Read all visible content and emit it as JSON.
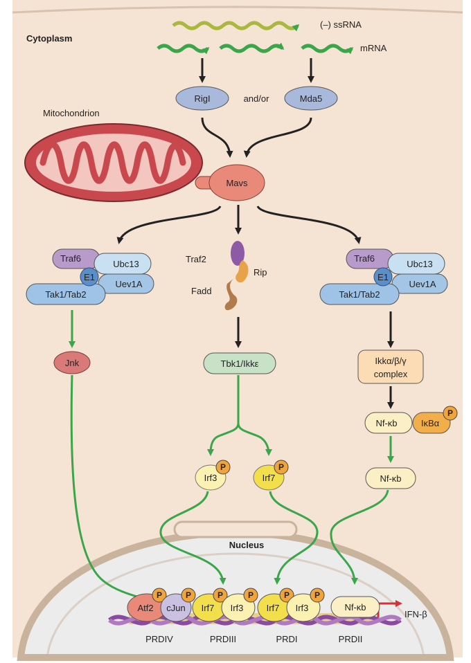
{
  "regions": {
    "cytoplasm": "Cytoplasm",
    "mitochondrion": "Mitochondrion",
    "nucleus": "Nucleus"
  },
  "rna": {
    "ssrna": "(–) ssRNA",
    "mrna": "mRNA"
  },
  "sensors": {
    "rig1": "RigI",
    "connector": "and/or",
    "mda5": "Mda5"
  },
  "adaptor": {
    "mavs": "Mavs"
  },
  "left_complex": {
    "traf6": "Traf6",
    "ubc13": "Ubc13",
    "e1": "E1",
    "uev1a": "Uev1A",
    "tak1": "Tak1/Tab2"
  },
  "middle_complex": {
    "traf2": "Traf2",
    "rip": "Rip",
    "fadd": "Fadd"
  },
  "right_complex": {
    "traf6": "Traf6",
    "ubc13": "Ubc13",
    "e1": "E1",
    "uev1a": "Uev1A",
    "tak1": "Tak1/Tab2"
  },
  "kinases": {
    "jnk": "Jnk",
    "tbk1": "Tbk1/Ikkε",
    "ikk_line1": "Ikkα/β/γ",
    "ikk_line2": "complex"
  },
  "nfkb_complex": {
    "nfkb": "Nf-κb",
    "ikba": "IκBα"
  },
  "factors": {
    "irf3": "Irf3",
    "irf7": "Irf7",
    "nfkb": "Nf-κb",
    "phospho": "P"
  },
  "enhancer": {
    "atf2": "Atf2",
    "cjun": "cJun",
    "irf7": "Irf7",
    "irf3": "Irf3",
    "nfkb": "Nf-κb",
    "gene": "IFN-β",
    "prd": [
      "PRDIV",
      "PRDIII",
      "PRDI",
      "PRDII"
    ]
  },
  "colors": {
    "cytoplasm": "#f5e3d3",
    "nucleus": "#efefef",
    "arrow_black": "#222222",
    "arrow_green": "#3aa64a",
    "mitochondrion": "#c9484d",
    "mavs": "#e8897a",
    "rig_mda": "#a9b9dc",
    "traf": "#b89acb",
    "blue_complex": "#b7d4ec",
    "e1": "#5a8fc9",
    "tbk1": "#c8e2c8",
    "jnk": "#d97a78",
    "ikk": "#fbdcb5",
    "nfkb": "#fbefc6",
    "ikba": "#f2ae4a",
    "irf3": "#fbf1b0",
    "irf7": "#f3df4c",
    "phospho": "#f0a43a",
    "dna": "#8a4aa0"
  }
}
